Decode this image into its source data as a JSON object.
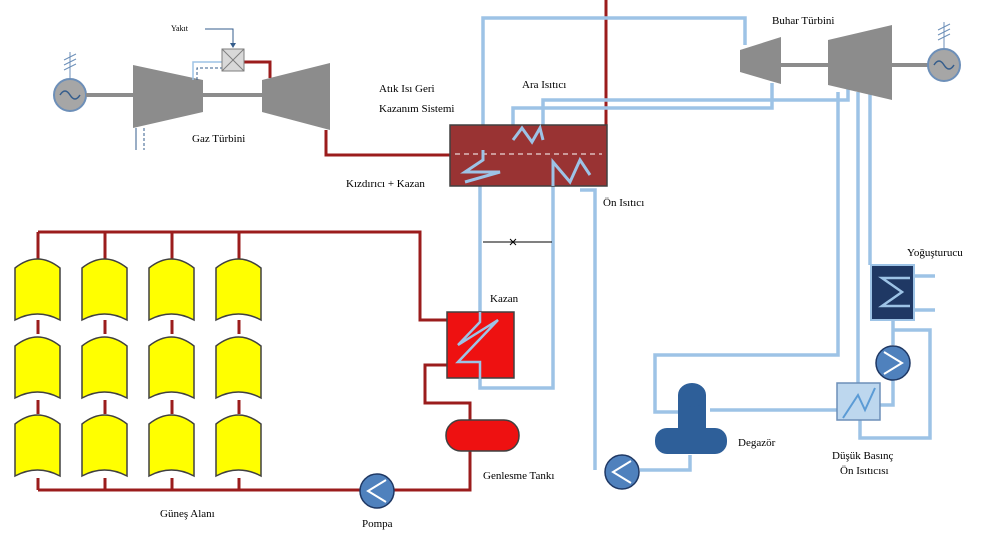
{
  "labels": {
    "fuel": "Yakıt",
    "gas_turbine": "Gaz Türbini",
    "hrsg_line1": "Atık Isı Geri",
    "hrsg_line2": "Kazanım Sistemi",
    "reheater": "Ara Isıtıcı",
    "superheater_boiler": "Kızdırıcı + Kazan",
    "economizer": "Ön Isıtıcı",
    "steam_turbine": "Buhar Türbini",
    "condenser": "Yoğuşturucu",
    "boiler": "Kazan",
    "expansion_tank": "Genlesme  Tankı",
    "solar_field": "Güneş Alanı",
    "pump": "Pompa",
    "deaerator": "Degazör",
    "lp_heater_line1": "Düşük Basınç",
    "lp_heater_line2": "Ön Isıtıcısı"
  },
  "colors": {
    "oil_pipe": "#9b1c1c",
    "water_pipe": "#9dc3e6",
    "turbine": "#8c8c8c",
    "hrsg": "#993333",
    "collector": "#ffff00",
    "boiler": "#ee1111",
    "deaerator": "#2e5f99",
    "condenser": "#1f3864",
    "pump": "#4f81bd"
  }
}
